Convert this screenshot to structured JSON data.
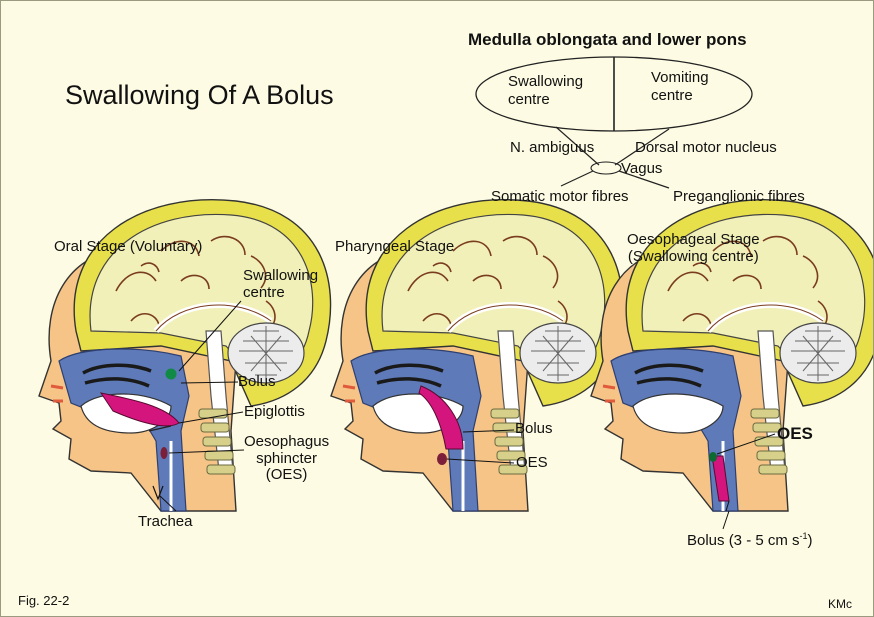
{
  "title": "Swallowing Of A  Bolus",
  "brainstem": {
    "heading": "Medulla oblongata and lower pons",
    "centres": [
      "Swallowing\ncentre",
      "Vomiting\ncentre"
    ],
    "nuclei": [
      "N. ambiguus",
      "Dorsal motor nucleus",
      "Vagus"
    ],
    "fibres": [
      "Somatic motor fibres",
      "Preganglionic fibres"
    ]
  },
  "stages": [
    {
      "title": "Oral Stage (Voluntary)",
      "labels": [
        "Swallowing\ncentre",
        "Bolus",
        "Epiglottis",
        "Oesophagus\nsphincter\n(OES)",
        "Trachea"
      ]
    },
    {
      "title": "Pharyngeal Stage",
      "labels": [
        "Bolus",
        "OES"
      ]
    },
    {
      "title": "Oesophageal Stage\n(Swallowing centre)",
      "labels": [
        "OES",
        "Bolus (3 - 5 cm s",
        "-1",
        ")"
      ]
    }
  ],
  "footer": {
    "figure": "Fig. 22-2",
    "credit": "KMc"
  },
  "colors": {
    "background": "#fdfbe3",
    "skin": "#f6c486",
    "brain": "#f1f0b8",
    "skull": "#e8e04a",
    "airway": "#5e7ab8",
    "bolus": "#d4157e",
    "cerebellum": "#ececec",
    "tongue_outline": "#1a1a1a"
  }
}
